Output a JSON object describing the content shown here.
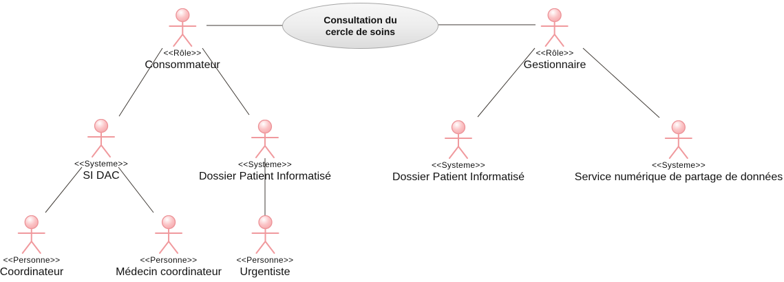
{
  "use_case": {
    "label": "Consultation du cercle de soins"
  },
  "actors": {
    "consommateur": {
      "stereotype": "<<Rôle>>",
      "name": "Consommateur"
    },
    "gestionnaire": {
      "stereotype": "<<Rôle>>",
      "name": "Gestionnaire"
    },
    "si_dac": {
      "stereotype": "<<Systeme>>",
      "name": "SI DAC"
    },
    "dpi_left": {
      "stereotype": "<<Systeme>>",
      "name": "Dossier Patient Informatisé"
    },
    "dpi_right": {
      "stereotype": "<<Systeme>>",
      "name": "Dossier Patient Informatisé"
    },
    "service_numerique": {
      "stereotype": "<<Systeme>>",
      "name": "Service numérique de partage de données"
    },
    "coordinateur": {
      "stereotype": "<<Personne>>",
      "name": "Coordinateur"
    },
    "medecin_coordinateur": {
      "stereotype": "<<Personne>>",
      "name": "Médecin coordinateur"
    },
    "urgentiste": {
      "stereotype": "<<Personne>>",
      "name": "Urgentiste"
    }
  },
  "connections": [
    {
      "from": "Consommateur",
      "to": "Consultation du cercle de soins"
    },
    {
      "from": "Gestionnaire",
      "to": "Consultation du cercle de soins"
    },
    {
      "from": "Consommateur",
      "to": "SI DAC"
    },
    {
      "from": "Consommateur",
      "to": "Dossier Patient Informatisé"
    },
    {
      "from": "Gestionnaire",
      "to": "Dossier Patient Informatisé"
    },
    {
      "from": "Gestionnaire",
      "to": "Service numérique de partage de données"
    },
    {
      "from": "SI DAC",
      "to": "Coordinateur"
    },
    {
      "from": "SI DAC",
      "to": "Médecin coordinateur"
    },
    {
      "from": "Dossier Patient Informatisé",
      "to": "Urgentiste"
    }
  ],
  "colors": {
    "actor_stroke": "#f0999d",
    "actor_head_fill": "#fbc4c6",
    "ellipse_fill": "#ededed",
    "ellipse_border": "#a6a6a6",
    "connector": "#3f3a35",
    "text": "#111111"
  }
}
